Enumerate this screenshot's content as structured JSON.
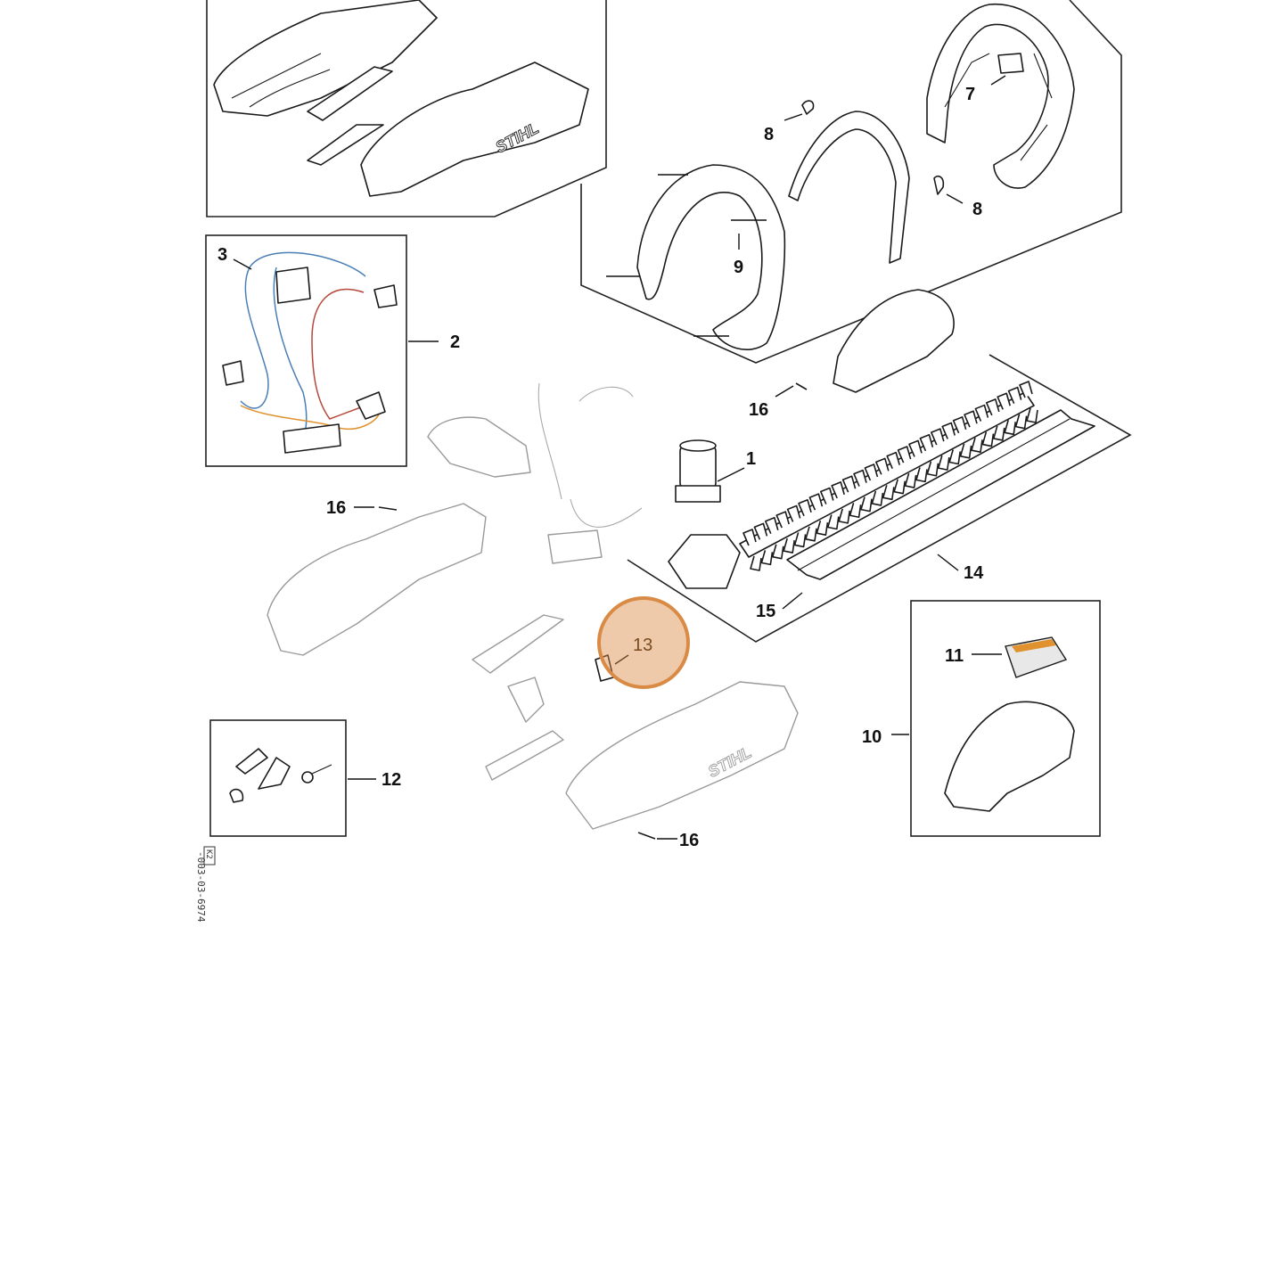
{
  "diagram": {
    "brand_logo": "STIHL",
    "side_code": "-003-03-6974",
    "side_code_suffix": "K2",
    "highlight_color": "#d98a45",
    "wire_colors": {
      "blue": "#4a7fb5",
      "red": "#b5483a",
      "orange": "#e0922e"
    },
    "callouts": [
      {
        "id": "c1",
        "label": "1"
      },
      {
        "id": "c2",
        "label": "2"
      },
      {
        "id": "c3",
        "label": "3"
      },
      {
        "id": "c7",
        "label": "7"
      },
      {
        "id": "c8a",
        "label": "8"
      },
      {
        "id": "c8b",
        "label": "8"
      },
      {
        "id": "c9",
        "label": "9"
      },
      {
        "id": "c10",
        "label": "10"
      },
      {
        "id": "c11",
        "label": "11"
      },
      {
        "id": "c12",
        "label": "12"
      },
      {
        "id": "c13",
        "label": "13",
        "highlighted": true
      },
      {
        "id": "c14",
        "label": "14"
      },
      {
        "id": "c15",
        "label": "15"
      },
      {
        "id": "c16a",
        "label": "16"
      },
      {
        "id": "c16b",
        "label": "16"
      },
      {
        "id": "c16c",
        "label": "16"
      }
    ]
  }
}
